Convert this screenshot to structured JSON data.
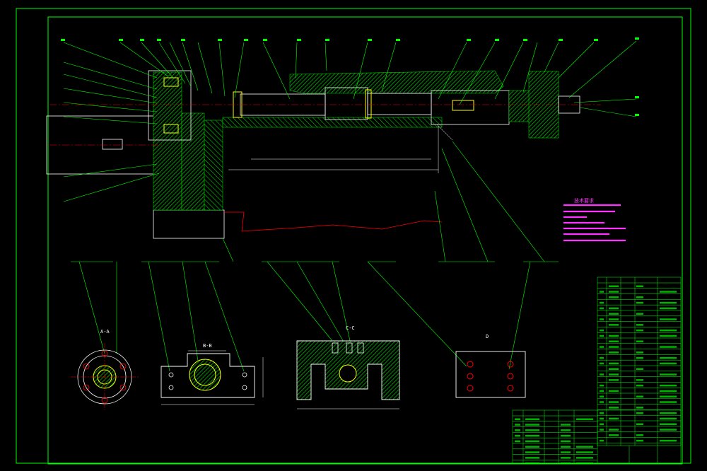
{
  "drawing": {
    "background": "#000000",
    "frame_color": "#00ff00",
    "part_color": "#00cc00",
    "line_color": "#ffffff",
    "axis_color": "#ff0000",
    "note_color": "#ff33ff",
    "dim_color": "#ffffff",
    "bolt_color": "#ffff00"
  },
  "section_labels": {
    "a": "A-A",
    "b": "B-B",
    "c": "C-C",
    "d": "D"
  },
  "notes": {
    "title": "技术要求"
  }
}
